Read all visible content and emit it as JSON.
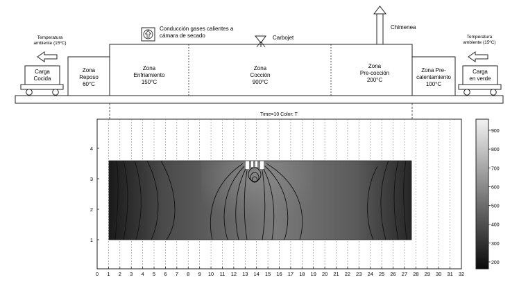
{
  "kiln": {
    "left_note": {
      "line1": "Temperatura",
      "line2": "ambiente (15ºC)"
    },
    "right_note": {
      "line1": "Temperatura",
      "line2": "ambiente (15ºC)"
    },
    "cart_left": {
      "line1": "Carga",
      "line2": "Cocida"
    },
    "cart_right": {
      "line1": "Carga",
      "line2": "en verde"
    },
    "hot_gas": {
      "line1": "Conducción gases calientes a",
      "line2": "cámara de secado"
    },
    "burner_label": "Carbojet",
    "chimney_label": "Chimenea",
    "zones": [
      {
        "line1": "Zona",
        "line2": "Reposo",
        "line3": "60°C"
      },
      {
        "line1": "Zona",
        "line2": "Enfriamiento",
        "line3": "150°C"
      },
      {
        "line1": "Zona",
        "line2": "Cocción",
        "line3": "900°C"
      },
      {
        "line1": "Zona",
        "line2": "Pre-cocción",
        "line3": "200°C"
      },
      {
        "line1": "Zona Pre-",
        "line2": "calentamiento",
        "line3": "100°C"
      }
    ]
  },
  "plot": {
    "title": "Time=10   Color: T",
    "x_ticks": [
      "0",
      "1",
      "2",
      "3",
      "4",
      "5",
      "6",
      "7",
      "8",
      "9",
      "10",
      "11",
      "12",
      "13",
      "14",
      "15",
      "16",
      "17",
      "18",
      "19",
      "20",
      "21",
      "22",
      "23",
      "24",
      "25",
      "26",
      "27",
      "28",
      "29",
      "30",
      "31",
      "32"
    ],
    "y_ticks": [
      "1",
      "2",
      "3",
      "4"
    ],
    "colorbar_ticks": [
      "900",
      "800",
      "700",
      "600",
      "500",
      "400",
      "300",
      "200"
    ],
    "colorbar_colors": {
      "high": "#f2f2f2",
      "low": "#0a0a0a"
    }
  }
}
